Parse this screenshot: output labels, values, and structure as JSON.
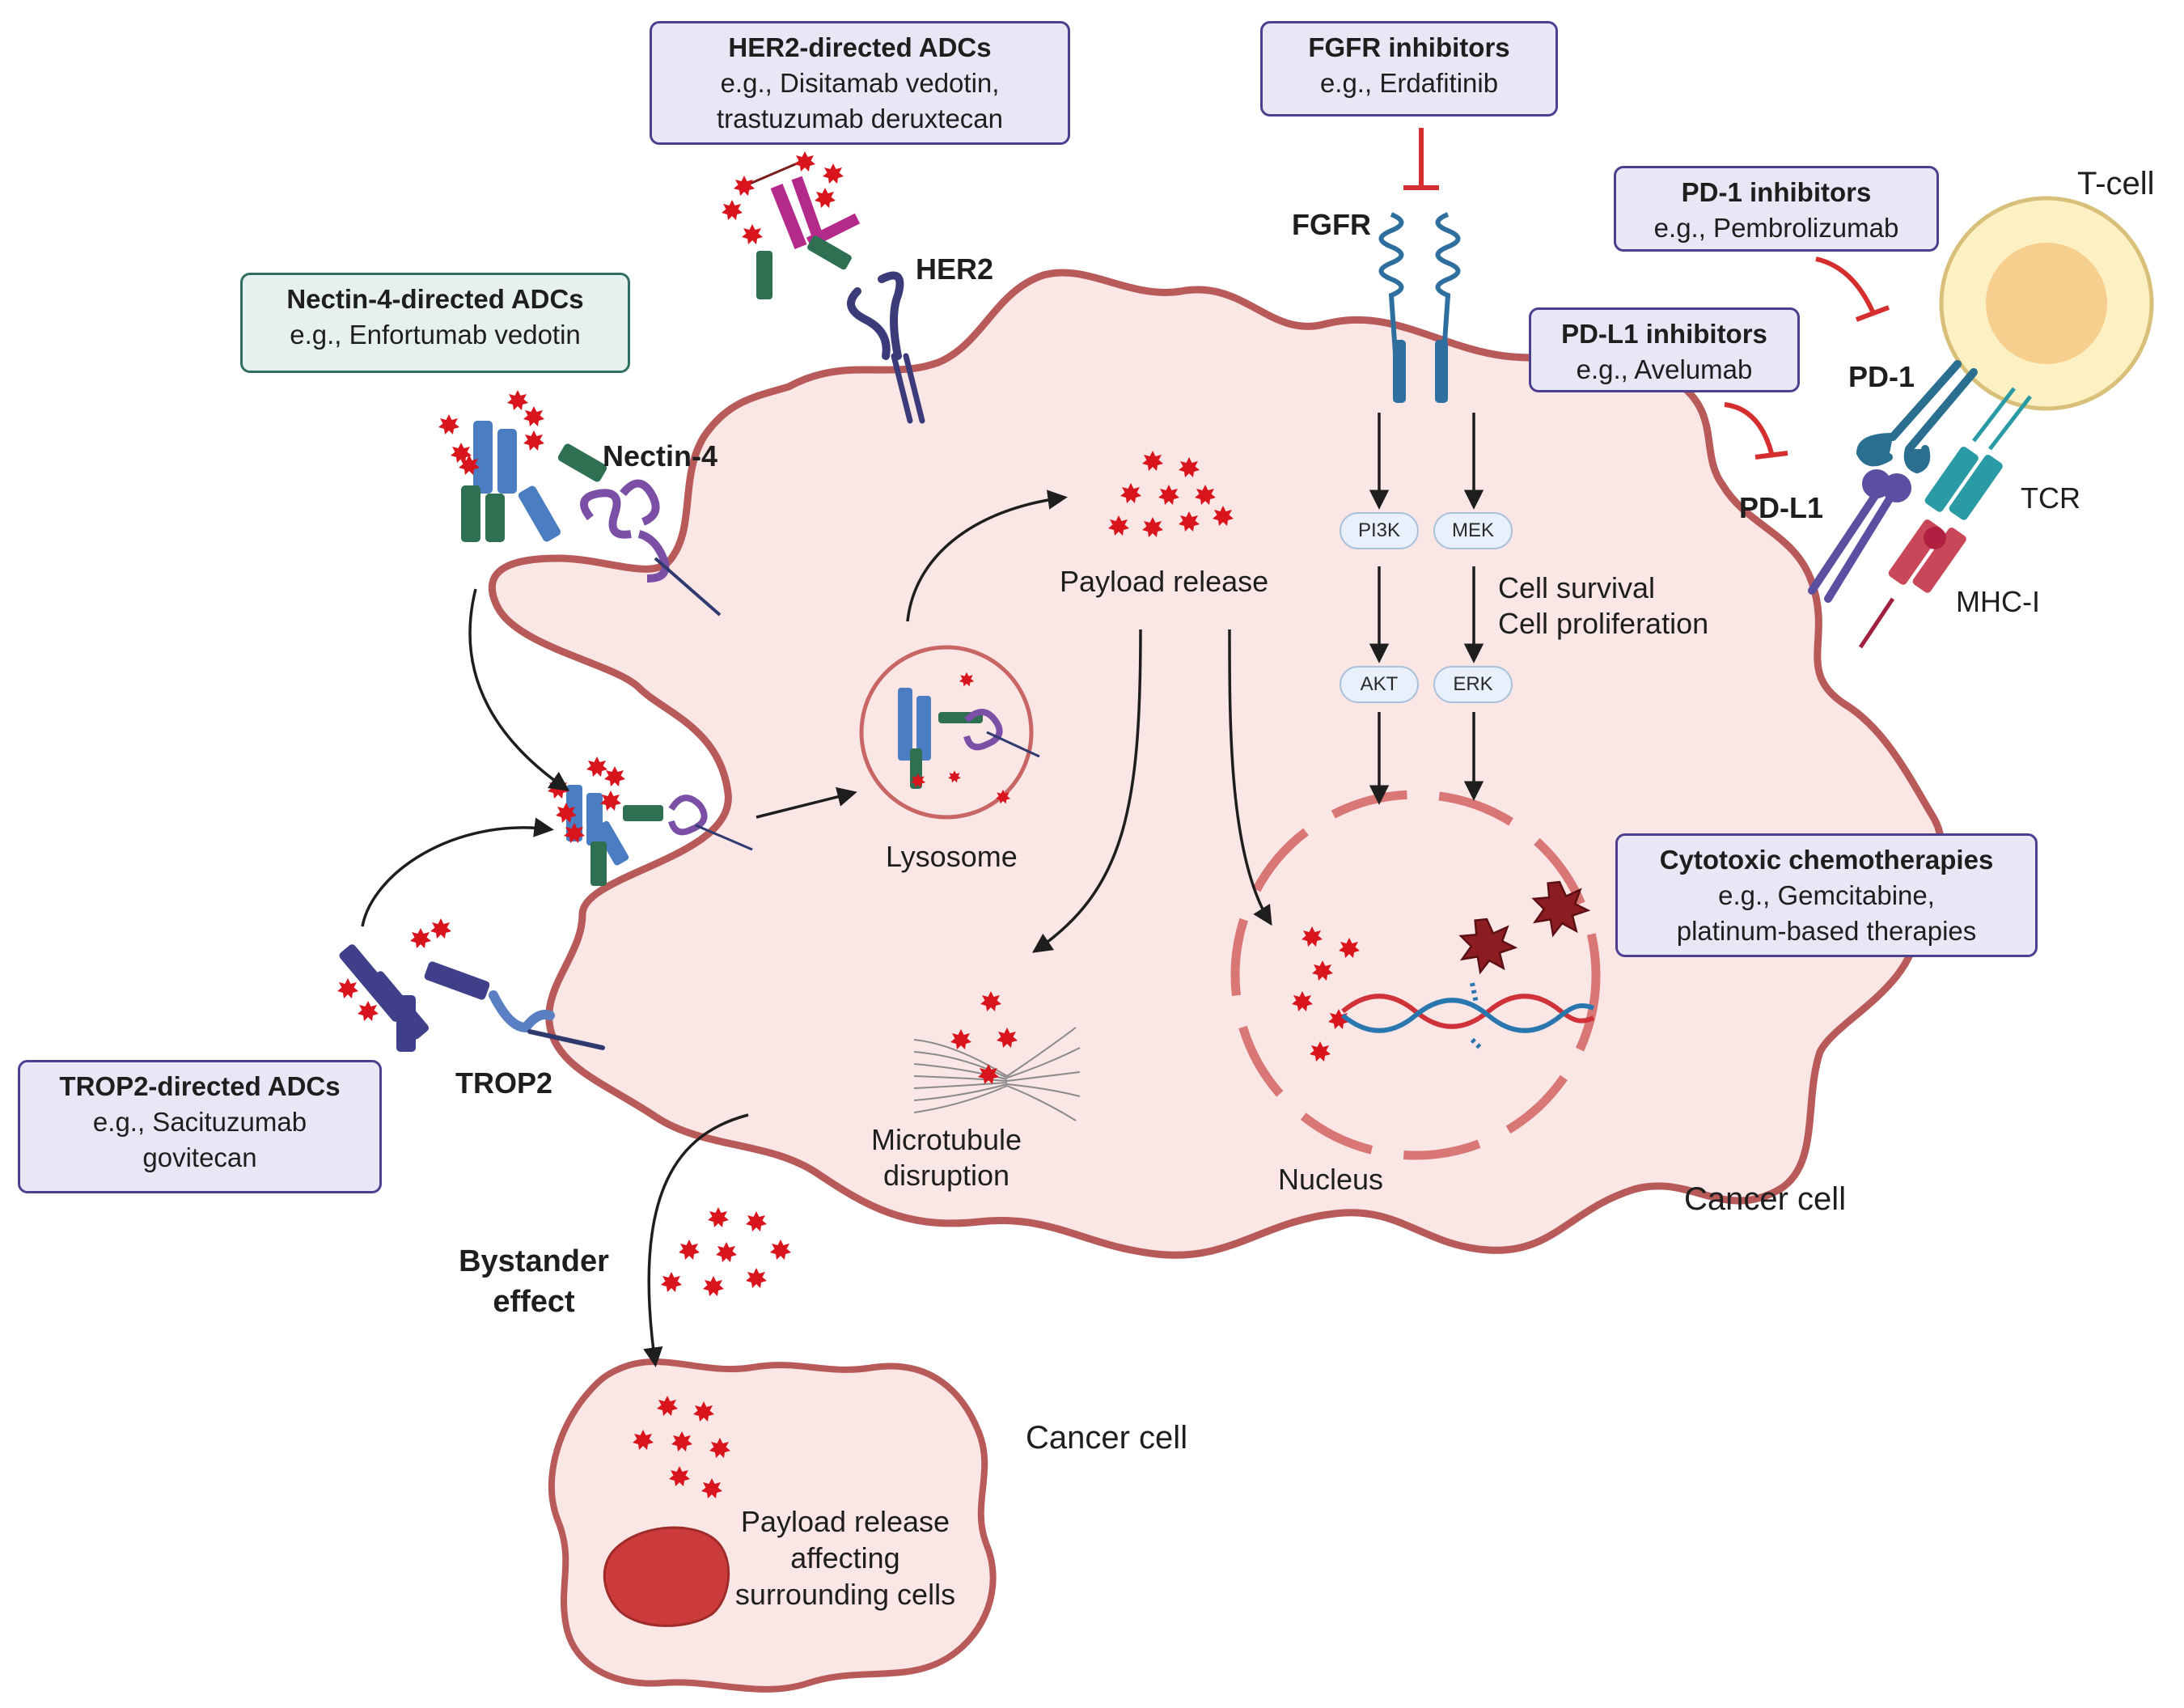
{
  "boxes": {
    "her2": {
      "title": "HER2-directed ADCs",
      "line1": "e.g., Disitamab vedotin,",
      "line2": "trastuzumab deruxtecan"
    },
    "fgfr": {
      "title": "FGFR inhibitors",
      "line1": "e.g., Erdafitinib"
    },
    "pd1": {
      "title": "PD-1 inhibitors",
      "line1": "e.g., Pembrolizumab"
    },
    "pdl1": {
      "title": "PD-L1 inhibitors",
      "line1": "e.g., Avelumab"
    },
    "nectin": {
      "title": "Nectin-4-directed ADCs",
      "line1": "e.g., Enfortumab vedotin"
    },
    "cytotoxic": {
      "title": "Cytotoxic chemotherapies",
      "line1": "e.g., Gemcitabine,",
      "line2": "platinum-based therapies"
    },
    "trop2": {
      "title": "TROP2-directed ADCs",
      "line1": "e.g., Sacituzumab",
      "line2": "govitecan"
    }
  },
  "labels": {
    "her2": "HER2",
    "fgfr": "FGFR",
    "t_cell": "T-cell",
    "pd1": "PD-1",
    "pdl1": "PD-L1",
    "tcr": "TCR",
    "mhc": "MHC-I",
    "nectin4": "Nectin-4",
    "trop2": "TROP2",
    "payload_release": "Payload release",
    "lysosome": "Lysosome",
    "cell_survival": "Cell survival",
    "cell_proliferation": "Cell proliferation",
    "microtubule_1": "Microtubule",
    "microtubule_2": "disruption",
    "nucleus": "Nucleus",
    "cancer_cell_main": "Cancer cell",
    "bystander_1": "Bystander",
    "bystander_2": "effect",
    "cancer_cell_small": "Cancer cell",
    "payload_affect_1": "Payload release",
    "payload_affect_2": "affecting",
    "payload_affect_3": "surrounding cells"
  },
  "pathway": {
    "pi3k": "PI3K",
    "mek": "MEK",
    "akt": "AKT",
    "erk": "ERK"
  },
  "colors": {
    "cell_fill": "#fbe6e6",
    "cell_border": "#b85a5a",
    "payload": "#d8141c",
    "box_border": "#4d3f8f",
    "box_fill": "#e9e6f6",
    "inhibitor": "#d42e2e"
  }
}
